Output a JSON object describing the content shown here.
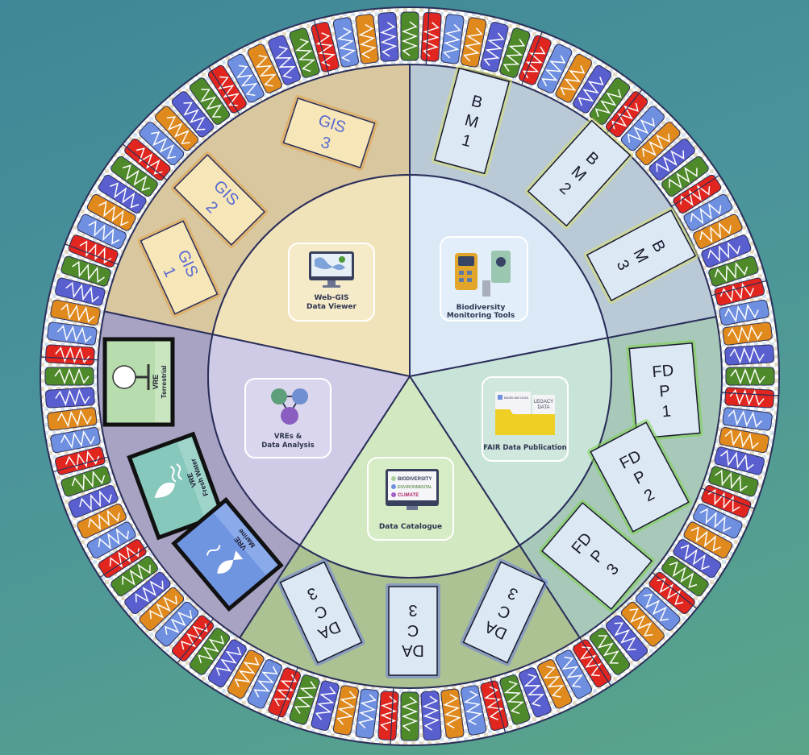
{
  "colors": {
    "gis_outer": "#d8c79f",
    "gis_inner": "#f1e3b9",
    "bm_outer": "#b9c9d6",
    "bm_inner": "#dbe9f6",
    "fdp_outer": "#a8c9ba",
    "fdp_inner": "#c8e3d8",
    "dc_outer": "#adc293",
    "dc_inner": "#d2e8c0",
    "vre_outer": "#a8a2c3",
    "vre_inner": "#cfcbe7",
    "tile_colors": [
      "#4f8a2a",
      "#e0261e",
      "#6f8fe0",
      "#e08a1e",
      "#5a5fd0"
    ]
  },
  "hubs": {
    "gis": {
      "line1": "Web-GIS",
      "line2": "Data Viewer"
    },
    "bm": {
      "line1": "Biodiversity",
      "line2": "Monitoring Tools"
    },
    "fair": {
      "line1": "FAIR Data Publication",
      "baseline": "BASELINE DATA",
      "legacy1": "LEGACY",
      "legacy2": "DATA"
    },
    "dc": {
      "line1": "Data Catalogue",
      "items": [
        "BIODIVERSITY",
        "ENVIRONMENTAL",
        "CLIMATE"
      ]
    },
    "vre": {
      "line1": "VREs &",
      "line2": "Data Analysis"
    }
  },
  "cards": {
    "gis": [
      [
        "GIS",
        "1"
      ],
      [
        "GIS",
        "2"
      ],
      [
        "GIS",
        "3"
      ]
    ],
    "bm": [
      [
        "B",
        "M",
        "1"
      ],
      [
        "B",
        "M",
        "2"
      ],
      [
        "B",
        "M",
        "3"
      ]
    ],
    "fdp": [
      [
        "FD",
        "P",
        "1"
      ],
      [
        "FD",
        "P",
        "2"
      ],
      [
        "FD",
        "P",
        "3"
      ]
    ],
    "dc": [
      [
        "DA",
        "C",
        "3"
      ],
      [
        "DA",
        "C",
        "3"
      ],
      [
        "DA",
        "C",
        "3"
      ]
    ],
    "vre": [
      [
        "VRE",
        "Terrestrial"
      ],
      [
        "VRE",
        "Fresh Water"
      ],
      [
        "VRE",
        "Marine"
      ]
    ]
  }
}
